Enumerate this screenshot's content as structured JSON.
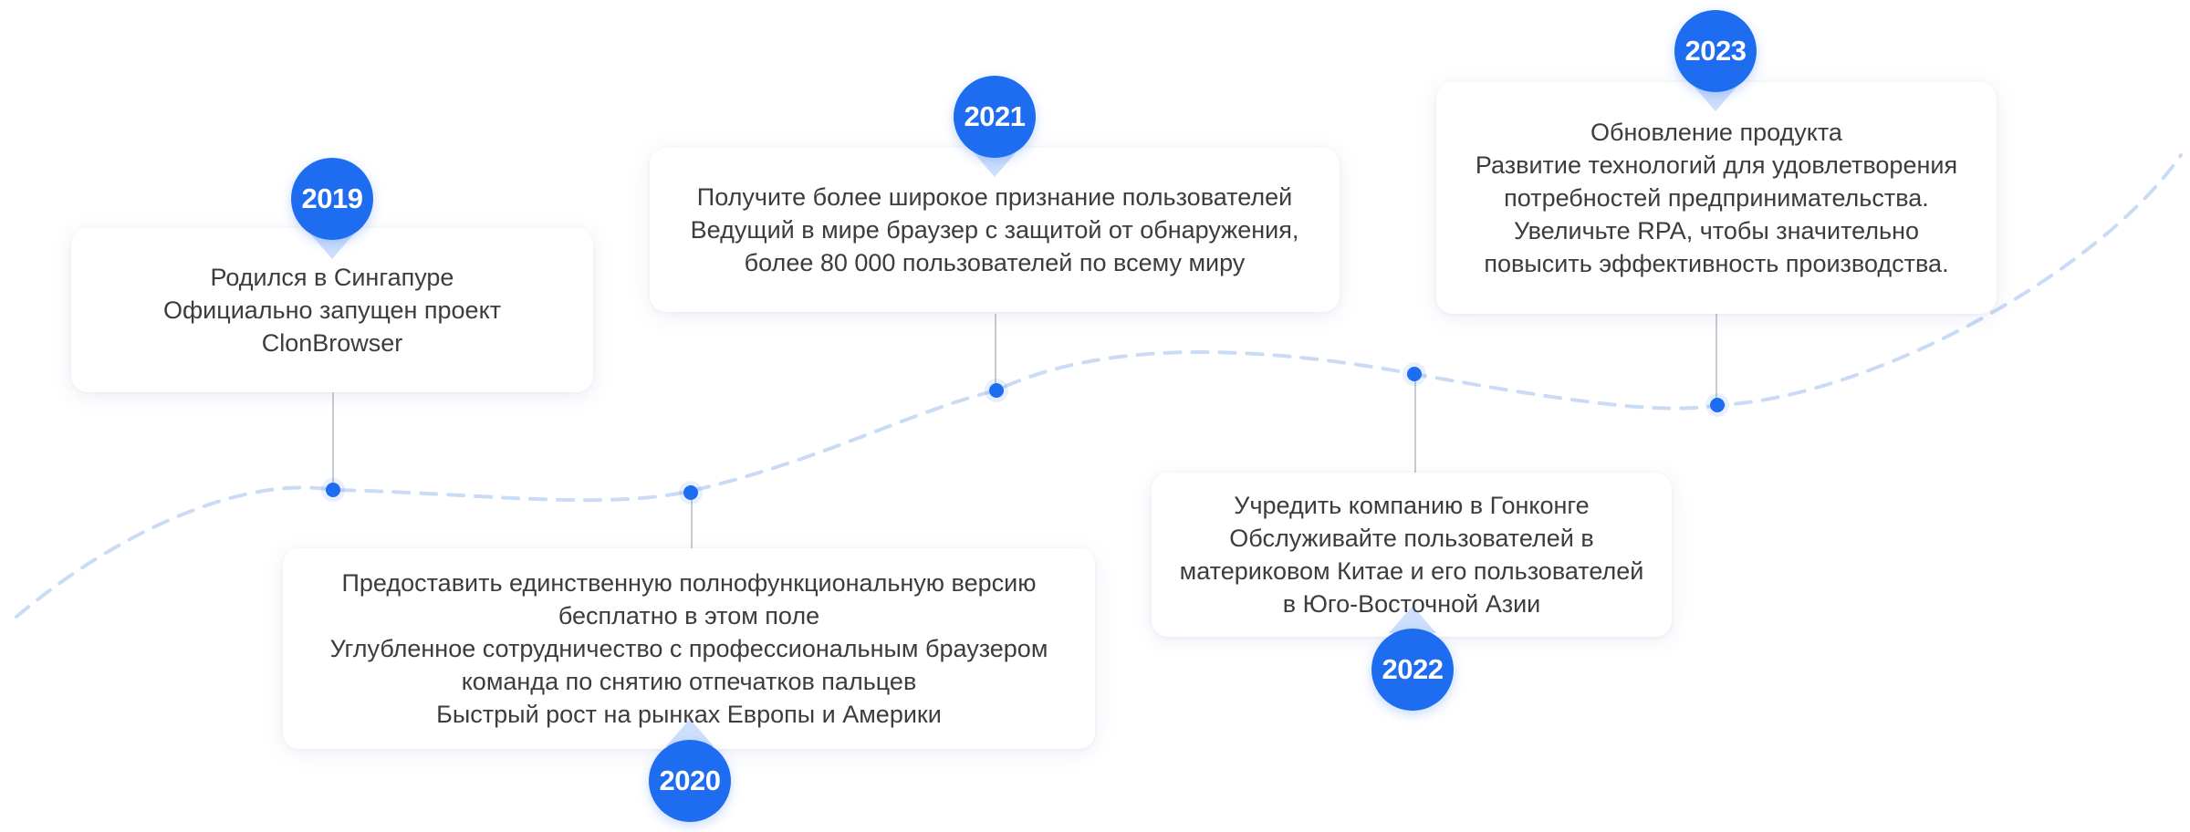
{
  "timeline": {
    "colors": {
      "accent": "#1e6cf0",
      "path": "#c9dbf5",
      "connector": "#c9cbd2",
      "card_text": "#3c3c3c"
    },
    "milestones": [
      {
        "year": "2019",
        "text": "Родился в Сингапуре\nОфициально запущен проект\nClonBrowser"
      },
      {
        "year": "2020",
        "text": "Предоставить единственную полнофункциональную версию\nбесплатно в этом поле\nУглубленное сотрудничество с профессиональным браузером\nкоманда по снятию отпечатков пальцев\nБыстрый рост на рынках Европы и Америки"
      },
      {
        "year": "2021",
        "text": "Получите более широкое признание пользователей\nВедущий в мире браузер с защитой от обнаружения,\nболее 80 000 пользователей по всему миру"
      },
      {
        "year": "2022",
        "text": "Учредить компанию в Гонконге\nОбслуживайте пользователей в\nматериковом Китае и его пользователей\nв Юго-Восточной Азии"
      },
      {
        "year": "2023",
        "text": "Обновление продукта\nРазвитие технологий для удовлетворения\nпотребностей предпринимательства.\nУвеличьте RPA, чтобы значительно\nповысить эффективность производства."
      }
    ]
  }
}
